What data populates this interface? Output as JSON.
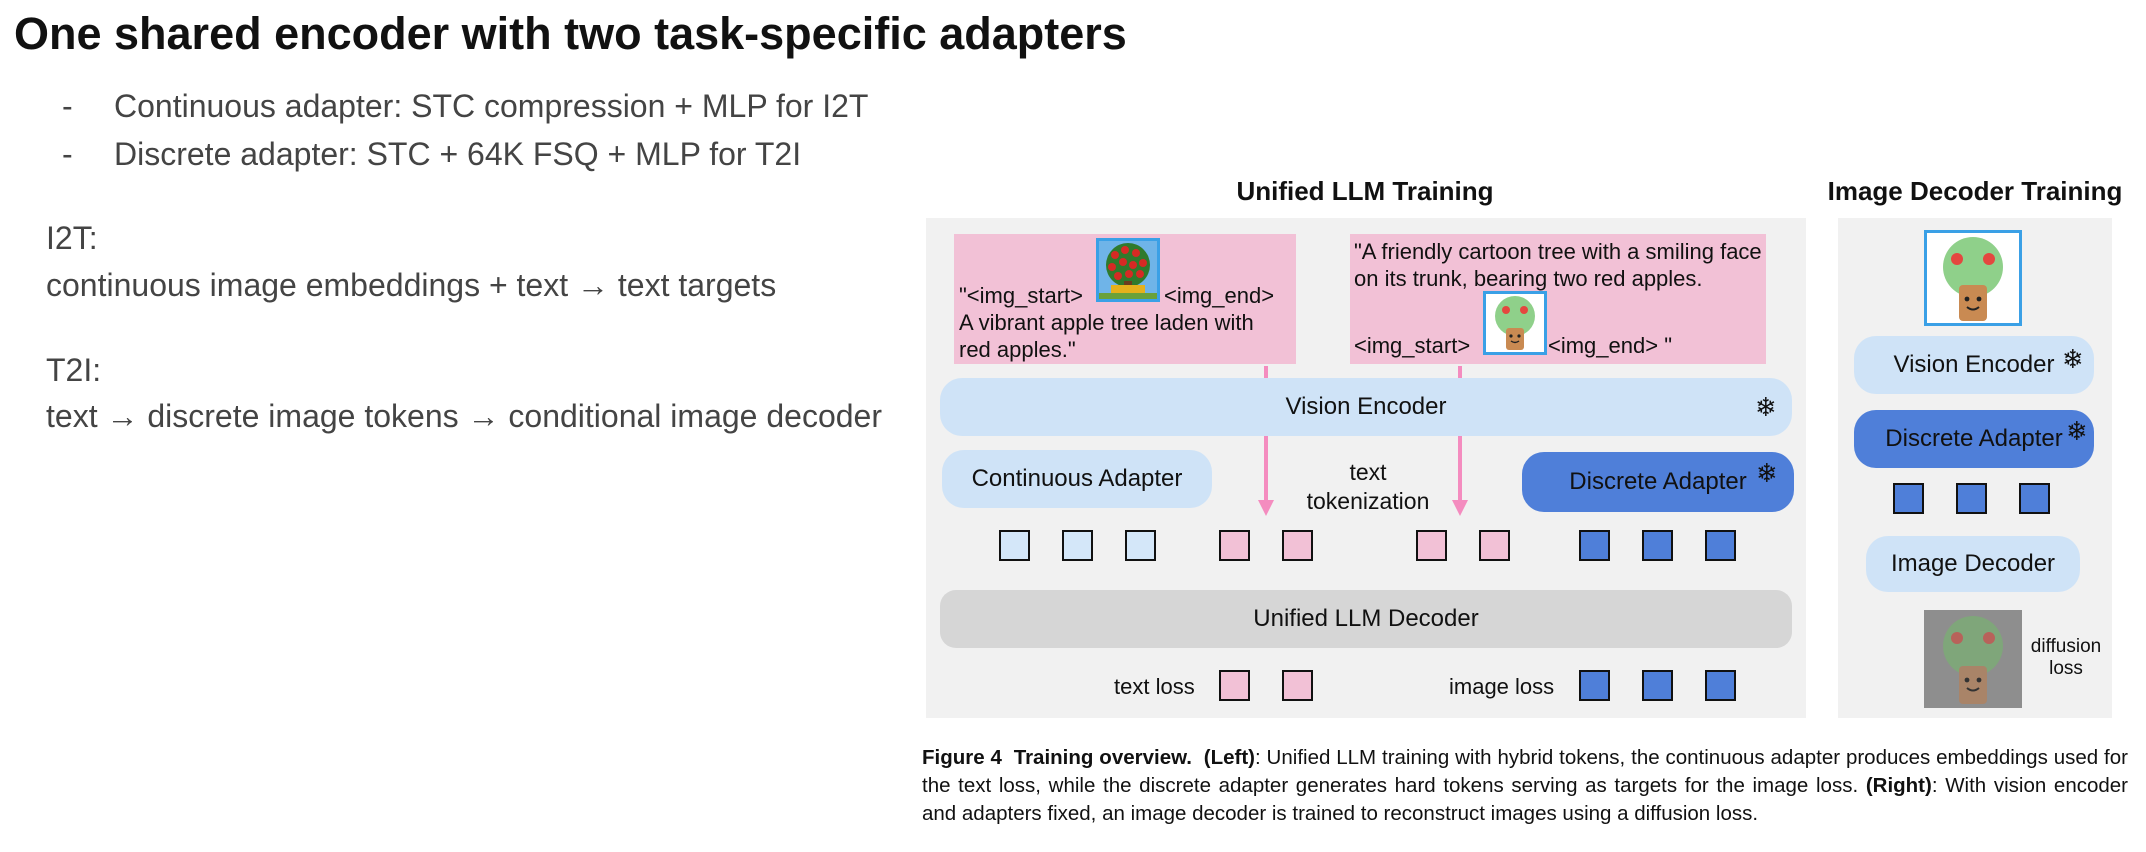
{
  "slide": {
    "title": "One shared encoder with two task-specific adapters",
    "bullets": [
      {
        "dash": "-",
        "text": "Continuous adapter: STC compression + MLP for I2T"
      },
      {
        "dash": "-",
        "text": "Discrete adapter: STC + 64K FSQ + MLP for T2I"
      }
    ],
    "i2t": {
      "label": "I2T:",
      "text": "continuous image embeddings + text → text targets"
    },
    "t2i": {
      "label": "T2I:",
      "text": "text → discrete image tokens → conditional image decoder"
    }
  },
  "figure": {
    "left_title": "Unified LLM Training",
    "right_title": "Image Decoder Training",
    "left_example": {
      "start_token": "\"<img_start>",
      "end_token": "<img_end>",
      "caption": "A vibrant apple tree laden with red apples.\"",
      "image_icon": "apple-tree-photo-icon"
    },
    "right_example": {
      "caption": "\"A friendly cartoon tree with a smiling face on its trunk, bearing two red apples.",
      "start_token": "<img_start>",
      "end_token": "<img_end> \"",
      "image_icon": "cartoon-tree-icon"
    },
    "vision_encoder": "Vision Encoder",
    "continuous_adapter": "Continuous Adapter",
    "text_tokenization": "text\ntokenization",
    "discrete_adapter": "Discrete Adapter",
    "unified_decoder": "Unified LLM Decoder",
    "text_loss": "text loss",
    "image_loss": "image loss",
    "right_panel": {
      "vision_encoder": "Vision Encoder",
      "discrete_adapter": "Discrete Adapter",
      "image_decoder": "Image Decoder",
      "diffusion_loss": "diffusion\nloss"
    },
    "frozen_icon": "❄",
    "colors": {
      "pink": "#f2c1d6",
      "light_blue": "#cfe3f7",
      "dark_blue": "#4f7fd9",
      "grey": "#d6d6d6",
      "arrow": "#f48cbf"
    }
  },
  "caption": {
    "fig_label": "Figure 4",
    "fig_title": "Training overview",
    "left_tag": "(Left)",
    "left_text": ": Unified LLM training with hybrid tokens, the continuous adapter produces embeddings used for the text loss, while the discrete adapter generates hard tokens serving as targets for the image loss.",
    "right_tag": "(Right)",
    "right_text": ": With vision encoder and adapters fixed, an image decoder is trained to reconstruct images using a diffusion loss."
  }
}
